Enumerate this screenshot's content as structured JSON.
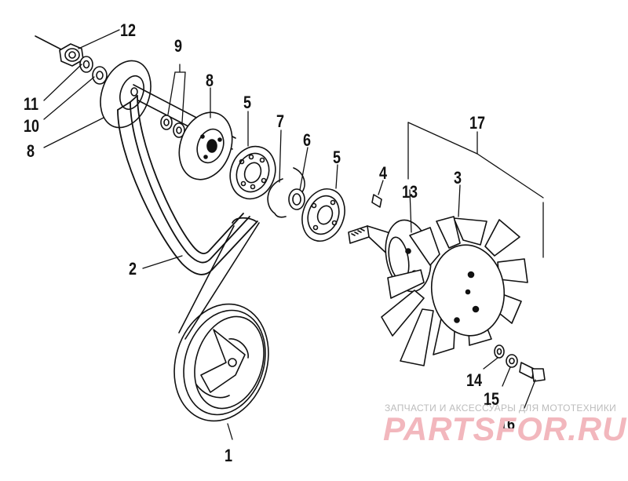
{
  "callouts": [
    {
      "id": "12",
      "text": "12"
    },
    {
      "id": "9",
      "text": "9"
    },
    {
      "id": "8a",
      "text": "8"
    },
    {
      "id": "5a",
      "text": "5"
    },
    {
      "id": "7",
      "text": "7"
    },
    {
      "id": "6",
      "text": "6"
    },
    {
      "id": "5b",
      "text": "5"
    },
    {
      "id": "4",
      "text": "4"
    },
    {
      "id": "17",
      "text": "17"
    },
    {
      "id": "13",
      "text": "13"
    },
    {
      "id": "3",
      "text": "3"
    },
    {
      "id": "11",
      "text": "11"
    },
    {
      "id": "10",
      "text": "10"
    },
    {
      "id": "8b",
      "text": "8"
    },
    {
      "id": "2",
      "text": "2"
    },
    {
      "id": "14",
      "text": "14"
    },
    {
      "id": "15",
      "text": "15"
    },
    {
      "id": "16",
      "text": "16"
    },
    {
      "id": "1",
      "text": "1"
    }
  ],
  "watermark": {
    "tagline": "ЗАПЧАСТИ И АКСЕССУАРЫ ДЛЯ МОТОТЕХНИКИ",
    "brand": "PARTSFOR.RU",
    "brand_color": "#f2b7bd"
  }
}
